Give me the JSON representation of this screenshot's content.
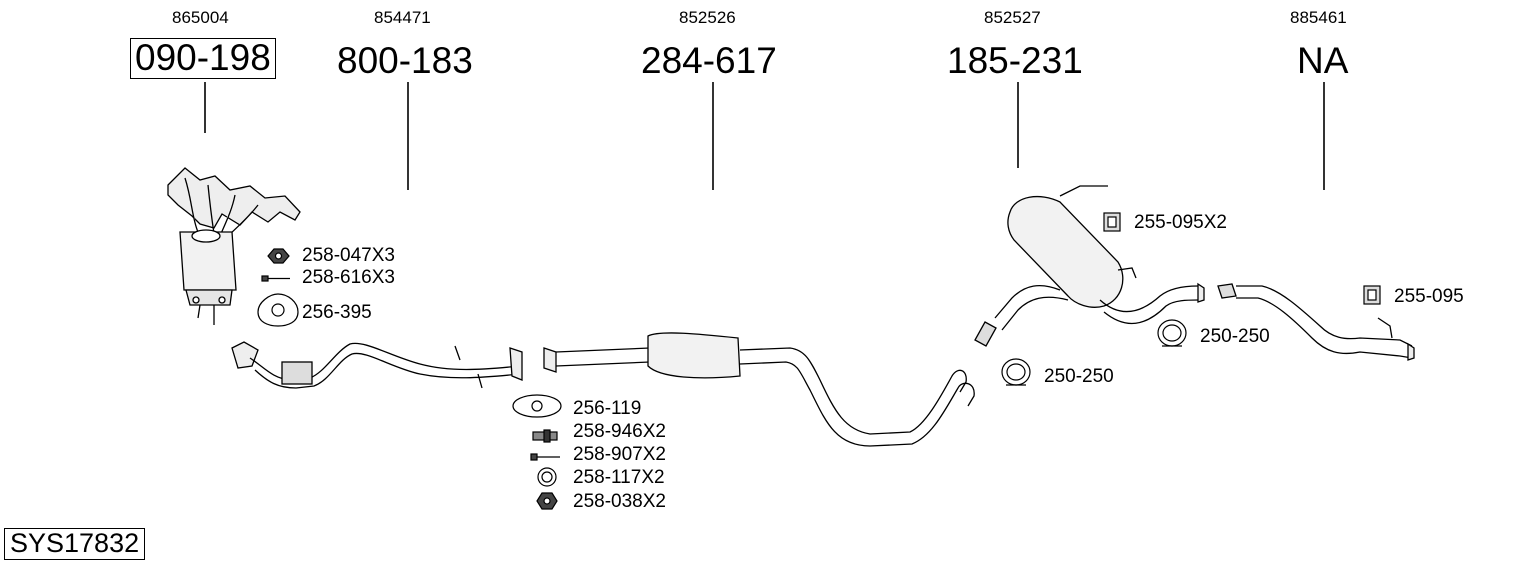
{
  "system_code": "SYS17832",
  "sections": [
    {
      "oe": "865004",
      "part": "090-198"
    },
    {
      "oe": "854471",
      "part": "800-183"
    },
    {
      "oe": "852526",
      "part": "284-617"
    },
    {
      "oe": "852527",
      "part": "185-231"
    },
    {
      "oe": "885461",
      "part": "NA"
    }
  ],
  "accessories": [
    {
      "label": "258-047X3",
      "icon": "nut-icon"
    },
    {
      "label": "258-616X3",
      "icon": "bolt-icon"
    },
    {
      "label": "256-395",
      "icon": "gasket-icon"
    },
    {
      "label": "256-119",
      "icon": "gasket-icon"
    },
    {
      "label": "258-946X2",
      "icon": "stud-icon"
    },
    {
      "label": "258-907X2",
      "icon": "bolt-icon"
    },
    {
      "label": "258-117X2",
      "icon": "ring-icon"
    },
    {
      "label": "258-038X2",
      "icon": "nut-icon"
    },
    {
      "label": "255-095X2",
      "icon": "rubber-mount-icon"
    },
    {
      "label": "250-250",
      "icon": "clamp-icon"
    },
    {
      "label": "250-250",
      "icon": "clamp-icon"
    },
    {
      "label": "255-095",
      "icon": "rubber-mount-icon"
    }
  ]
}
